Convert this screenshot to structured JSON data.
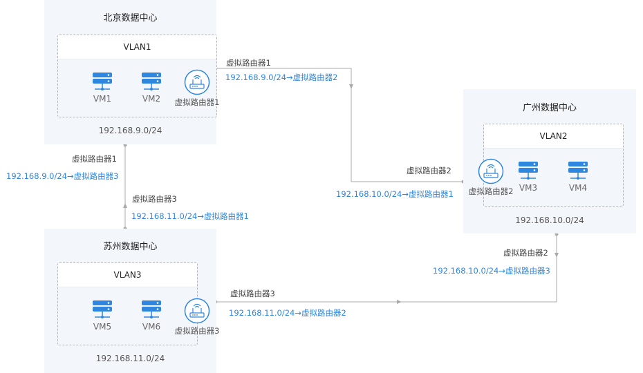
{
  "datacenters": {
    "beijing": {
      "title": "北京数据中心",
      "subnet": "192.168.9.0/24",
      "vlan": "VLAN1",
      "vms": [
        "VM1",
        "VM2"
      ],
      "router": "虚拟路由器1"
    },
    "guangzhou": {
      "title": "广州数据中心",
      "subnet": "192.168.10.0/24",
      "vlan": "VLAN2",
      "vms": [
        "VM3",
        "VM4"
      ],
      "router": "虚拟路由器2"
    },
    "suzhou": {
      "title": "苏州数据中心",
      "subnet": "192.168.11.0/24",
      "vlan": "VLAN3",
      "vms": [
        "VM5",
        "VM6"
      ],
      "router": "虚拟路由器3"
    }
  },
  "links": {
    "bj_gz": {
      "from_label": "虚拟路由器1",
      "from_route": "192.168.9.0/24→虚拟路由器2",
      "to_label": "虚拟路由器2",
      "to_route": "192.168.10.0/24→虚拟路由器1"
    },
    "bj_sz": {
      "from_label": "虚拟路由器1",
      "from_route": "192.168.9.0/24→虚拟路由器3",
      "to_label": "虚拟路由器3",
      "to_route": "192.168.11.0/24→虚拟路由器1"
    },
    "sz_gz": {
      "from_label": "虚拟路由器3",
      "from_route": "192.168.11.0/24→虚拟路由器2",
      "to_label": "虚拟路由器2",
      "to_route": "192.168.10.0/24→虚拟路由器3"
    }
  },
  "colors": {
    "route_text": "#2e86de",
    "icon": "#2e86de",
    "line": "#aaaaaa",
    "panel": "#f3f6fb"
  },
  "icons": {
    "vm": "server-icon",
    "router": "router-icon"
  }
}
